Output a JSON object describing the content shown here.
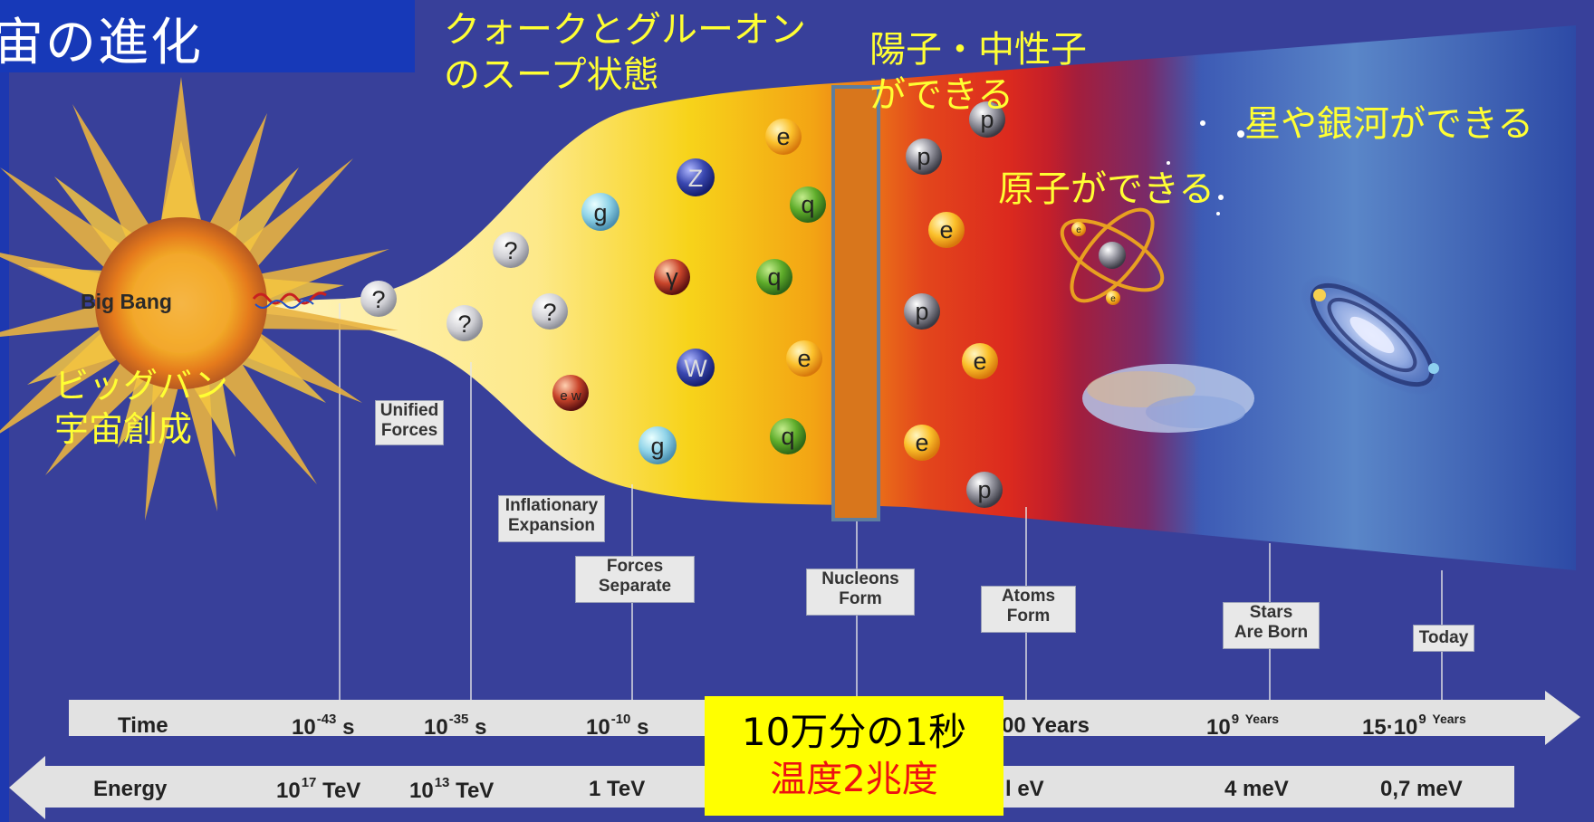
{
  "title": "宙の進化",
  "annotations": {
    "quark_soup_line1": "クォークとグルーオン",
    "quark_soup_line2": "のスープ状態",
    "nucleons_line1": "陽子・中性子",
    "nucleons_line2": "ができる",
    "stars": "星や銀河ができる",
    "atoms": "原子ができる",
    "bigbang_jp_line1": "ビッグバン",
    "bigbang_jp_line2": "宇宙創成",
    "bigbang_en": "Big Bang"
  },
  "events": {
    "unified": [
      "Unified",
      "Forces"
    ],
    "inflation": [
      "Inflationary",
      "Expansion"
    ],
    "separate": [
      "Forces",
      "Separate"
    ],
    "nucleons": [
      "Nucleons",
      "Form"
    ],
    "atoms": [
      "Atoms",
      "Form"
    ],
    "stars": [
      "Stars",
      "Are Born"
    ],
    "today": "Today"
  },
  "time_axis": {
    "label": "Time",
    "t1_base": "10",
    "t1_exp": "-43",
    "t1_unit": "s",
    "t2_base": "10",
    "t2_exp": "-35",
    "t2_unit": "s",
    "t3_base": "10",
    "t3_exp": "-10",
    "t3_unit": "s",
    "t4": "00 Years",
    "t5_base": "10",
    "t5_exp": "9",
    "t5_unit": "Years",
    "t6_base": "15·10",
    "t6_exp": "9",
    "t6_unit": "Years"
  },
  "energy_axis": {
    "label": "Energy",
    "e1_base": "10",
    "e1_exp": "17",
    "e1_unit": "TeV",
    "e2_base": "10",
    "e2_exp": "13",
    "e2_unit": "TeV",
    "e3": "1 TeV",
    "e4": "l eV",
    "e5": "4 meV",
    "e6": "0,7 meV"
  },
  "callout": {
    "line1": "10万分の1秒",
    "line2": "温度2兆度"
  },
  "particles": {
    "q1": "?",
    "q2": "?",
    "q3": "?",
    "q4": "?",
    "g1": "g",
    "g2": "g",
    "z": "Z",
    "w": "W",
    "gamma": "γ",
    "ew": "e w",
    "e1": "e",
    "e2": "e",
    "e3": "e",
    "e4": "e",
    "e5": "e",
    "qk1": "q",
    "qk2": "q",
    "qk3": "q",
    "p1": "p",
    "p2": "p",
    "p3": "p",
    "p4": "p",
    "atom_e1": "e",
    "atom_e2": "e"
  },
  "colors": {
    "background": "#38409a",
    "title_box": "#1739b8",
    "annotation_text": "#ffff33",
    "callout_bg": "#ffff00",
    "callout_red": "#ee1111"
  }
}
